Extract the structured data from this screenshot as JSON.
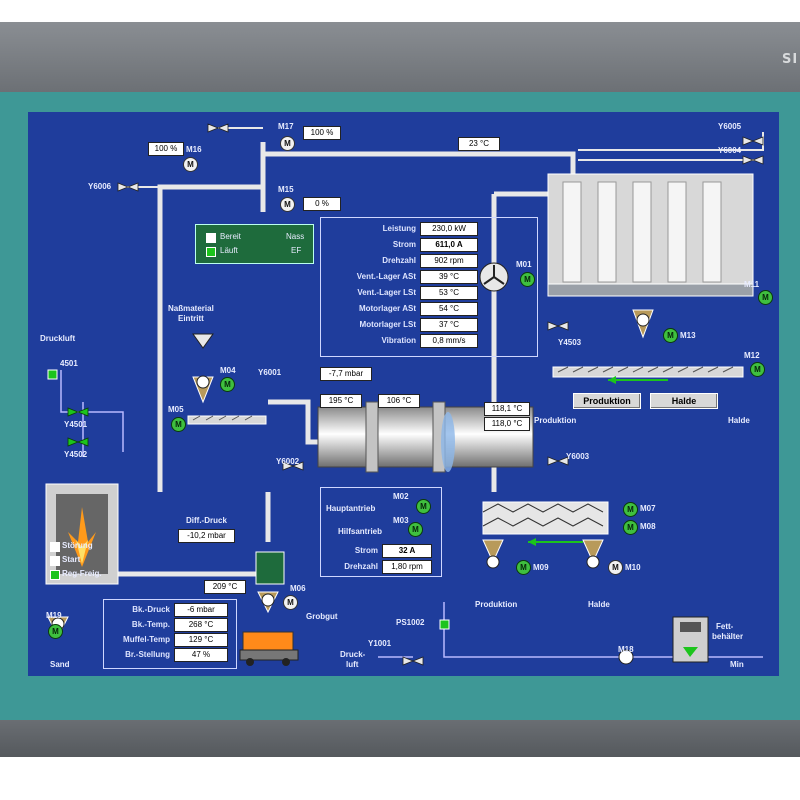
{
  "brand": "SI",
  "valve_tags": {
    "y6005": "Y6005",
    "y6004": "Y6004",
    "y6006": "Y6006",
    "y4503": "Y4503",
    "y4501": "Y4501",
    "y4502": "Y4502",
    "y6003": "Y6003",
    "y6002": "Y6002",
    "y1001": "Y1001",
    "ps1002": "PS1002",
    "s4501": "4501"
  },
  "motor_letter": "M",
  "motor_tags": {
    "m17": "M17",
    "m16": "M16",
    "m15": "M15",
    "m01": "M01",
    "m11": "M11",
    "m13": "M13",
    "m12": "M12",
    "m04": "M04",
    "m05": "M05",
    "m02": "M02",
    "m03": "M03",
    "m07": "M07",
    "m08": "M08",
    "m09": "M09",
    "m10": "M10",
    "m06": "M06",
    "m19": "M19",
    "m18": "M18",
    "y6001": "Y6001"
  },
  "top_readouts": {
    "m17_pct": "100 %",
    "m16_pct": "100 %",
    "m15_pct": "0 %",
    "temp_top": "23 °C",
    "pressure": "-7,7 mbar",
    "temp_195": "195 °C",
    "temp_106": "106 °C",
    "temp_118a": "118,1 °C",
    "temp_118b": "118,0 °C",
    "temp_209": "209 °C"
  },
  "status_box": {
    "bereit": "Bereit",
    "laeuft": "Läuft",
    "nass": "Nass",
    "ef": "EF"
  },
  "labels": {
    "nassmaterial": "Naßmaterial",
    "eintritt": "Eintritt",
    "druckluft": "Druckluft",
    "diff_druck": "Diff.-Druck",
    "diff_value": "-10,2 mbar",
    "hauptantrieb": "Hauptantrieb",
    "hilfsantrieb": "Hilfsantrieb",
    "strom": "Strom",
    "strom_val": "32 A",
    "drehzahl": "Drehzahl",
    "drehzahl_val": "1,80 rpm",
    "produktion": "Produktion",
    "halde": "Halde",
    "grobgut": "Grobgut",
    "sand": "Sand",
    "druck": "Druck-",
    "luft": "luft",
    "fett": "Fett-",
    "behaelter": "behälter",
    "min": "Min"
  },
  "burner": {
    "stoerung": "Störung",
    "start": "Start",
    "reg_freig": "Reg-Freig."
  },
  "fan_panel": [
    {
      "label": "Leistung",
      "value": "230,0 kW"
    },
    {
      "label": "Strom",
      "value": "611,0 A"
    },
    {
      "label": "Drehzahl",
      "value": "902 rpm"
    },
    {
      "label": "Vent.-Lager ASt",
      "value": "39 °C"
    },
    {
      "label": "Vent.-Lager LSt",
      "value": "53 °C"
    },
    {
      "label": "Motorlager ASt",
      "value": "54 °C"
    },
    {
      "label": "Motorlager LSt",
      "value": "37 °C"
    },
    {
      "label": "Vibration",
      "value": "0,8 mm/s"
    }
  ],
  "burner_panel": [
    {
      "label": "Bk.-Druck",
      "value": "-6 mbar"
    },
    {
      "label": "Bk.-Temp.",
      "value": "268 °C"
    },
    {
      "label": "Muffel-Temp",
      "value": "129 °C"
    },
    {
      "label": "Br.-Stellung",
      "value": "47 %"
    }
  ],
  "buttons": {
    "produktion": "Produktion",
    "halde": "Halde"
  },
  "colors": {
    "screen": "#1f3d9c",
    "pipe": "#e8e8e8",
    "motor_green": "#3fbf3f",
    "bezel_teal": "#3e9896",
    "panel_green": "#1e6b3c"
  }
}
